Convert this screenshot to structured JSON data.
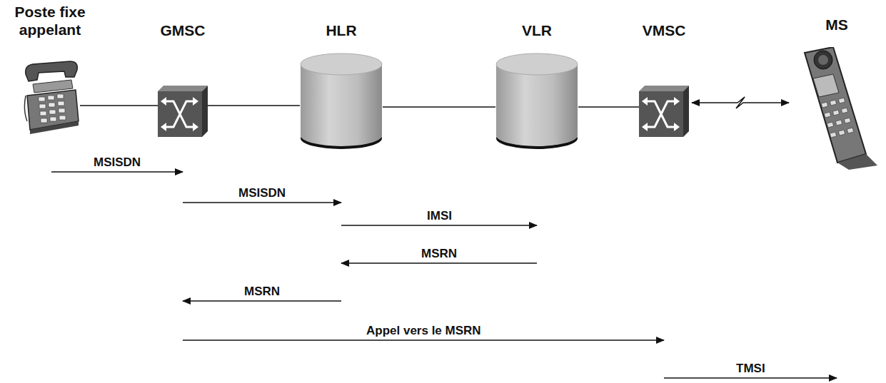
{
  "diagram": {
    "nodes": [
      {
        "text": [
          "Poste fixe appelant"
        ]
      },
      {
        "text": [
          "GMSC"
        ]
      },
      {
        "text": [
          "HLR"
        ]
      },
      {
        "text": [
          "VLR"
        ]
      },
      {
        "text": [
          "VMSC"
        ]
      },
      {
        "text": [
          "MS"
        ]
      }
    ],
    "edges": [
      {
        "from": 0,
        "to": 1,
        "arrow": "none"
      },
      {
        "from": 1,
        "to": 2,
        "arrow": "none"
      },
      {
        "from": 2,
        "to": 3,
        "arrow": "none"
      },
      {
        "from": 3,
        "to": 4,
        "arrow": "none"
      },
      {
        "from": 4,
        "to": 5,
        "arrow": "both"
      },
      {
        "from": 0,
        "to": 1,
        "label": "MSISDN",
        "arrow": "to"
      },
      {
        "from": 1,
        "to": 2,
        "label": "MSISDN",
        "arrow": "to"
      },
      {
        "from": 2,
        "to": 3,
        "label": "IMSI",
        "arrow": "to"
      },
      {
        "from": 3,
        "to": 2,
        "label": "MSRN",
        "arrow": "to"
      },
      {
        "from": 2,
        "to": 1,
        "label": "MSRN",
        "arrow": "to"
      },
      {
        "from": 1,
        "to": 4,
        "label": "Appel vers le MSRN",
        "arrow": "to"
      },
      {
        "from": 4,
        "to": 5,
        "label": "TMSI",
        "arrow": "to"
      }
    ]
  }
}
